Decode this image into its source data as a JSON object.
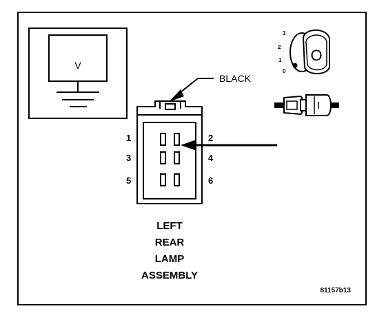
{
  "meter": {
    "symbol": "V"
  },
  "connector": {
    "color_label": "BLACK",
    "pin_labels": [
      "1",
      "2",
      "3",
      "4",
      "5",
      "6"
    ],
    "component_title_lines": [
      "LEFT",
      "REAR",
      "LAMP",
      "ASSEMBLY"
    ]
  },
  "ignition": {
    "positions": [
      "3",
      "2",
      "1",
      "0"
    ],
    "key_letter": "O"
  },
  "figure_id": "81157b13",
  "colors": {
    "ink": "#000000",
    "paper": "#ffffff"
  }
}
